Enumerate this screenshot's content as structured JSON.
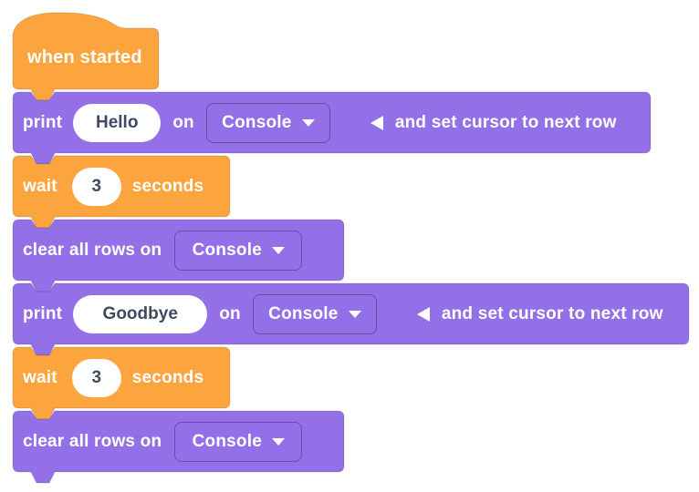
{
  "colors": {
    "control_orange": "#FCA43E",
    "output_purple": "#9470E8",
    "block_text": "#FFFFFF",
    "input_text": "#3E4A5E",
    "input_background": "#FFFFFF"
  },
  "icons": {
    "dropdown": "dropdown-arrow-icon",
    "collapse": "collapse-arrow-icon"
  },
  "blocks": [
    {
      "id": "when-started",
      "kind": "hat",
      "label": "when started"
    },
    {
      "id": "print-hello",
      "kind": "command",
      "prefix": "print",
      "value": "Hello",
      "mid": "on",
      "dropdown": "Console",
      "suffix": "and set cursor to next row"
    },
    {
      "id": "wait-seconds-1",
      "kind": "command",
      "prefix": "wait",
      "value": "3",
      "suffix": "seconds"
    },
    {
      "id": "clear-all-rows-1",
      "kind": "command",
      "prefix": "clear all rows on",
      "dropdown": "Console"
    },
    {
      "id": "print-goodbye",
      "kind": "command",
      "prefix": "print",
      "value": "Goodbye",
      "mid": "on",
      "dropdown": "Console",
      "suffix": "and set cursor to next row"
    },
    {
      "id": "wait-seconds-2",
      "kind": "command",
      "prefix": "wait",
      "value": "3",
      "suffix": "seconds"
    },
    {
      "id": "clear-all-rows-2",
      "kind": "command",
      "prefix": "clear all rows on",
      "dropdown": "Console"
    }
  ]
}
